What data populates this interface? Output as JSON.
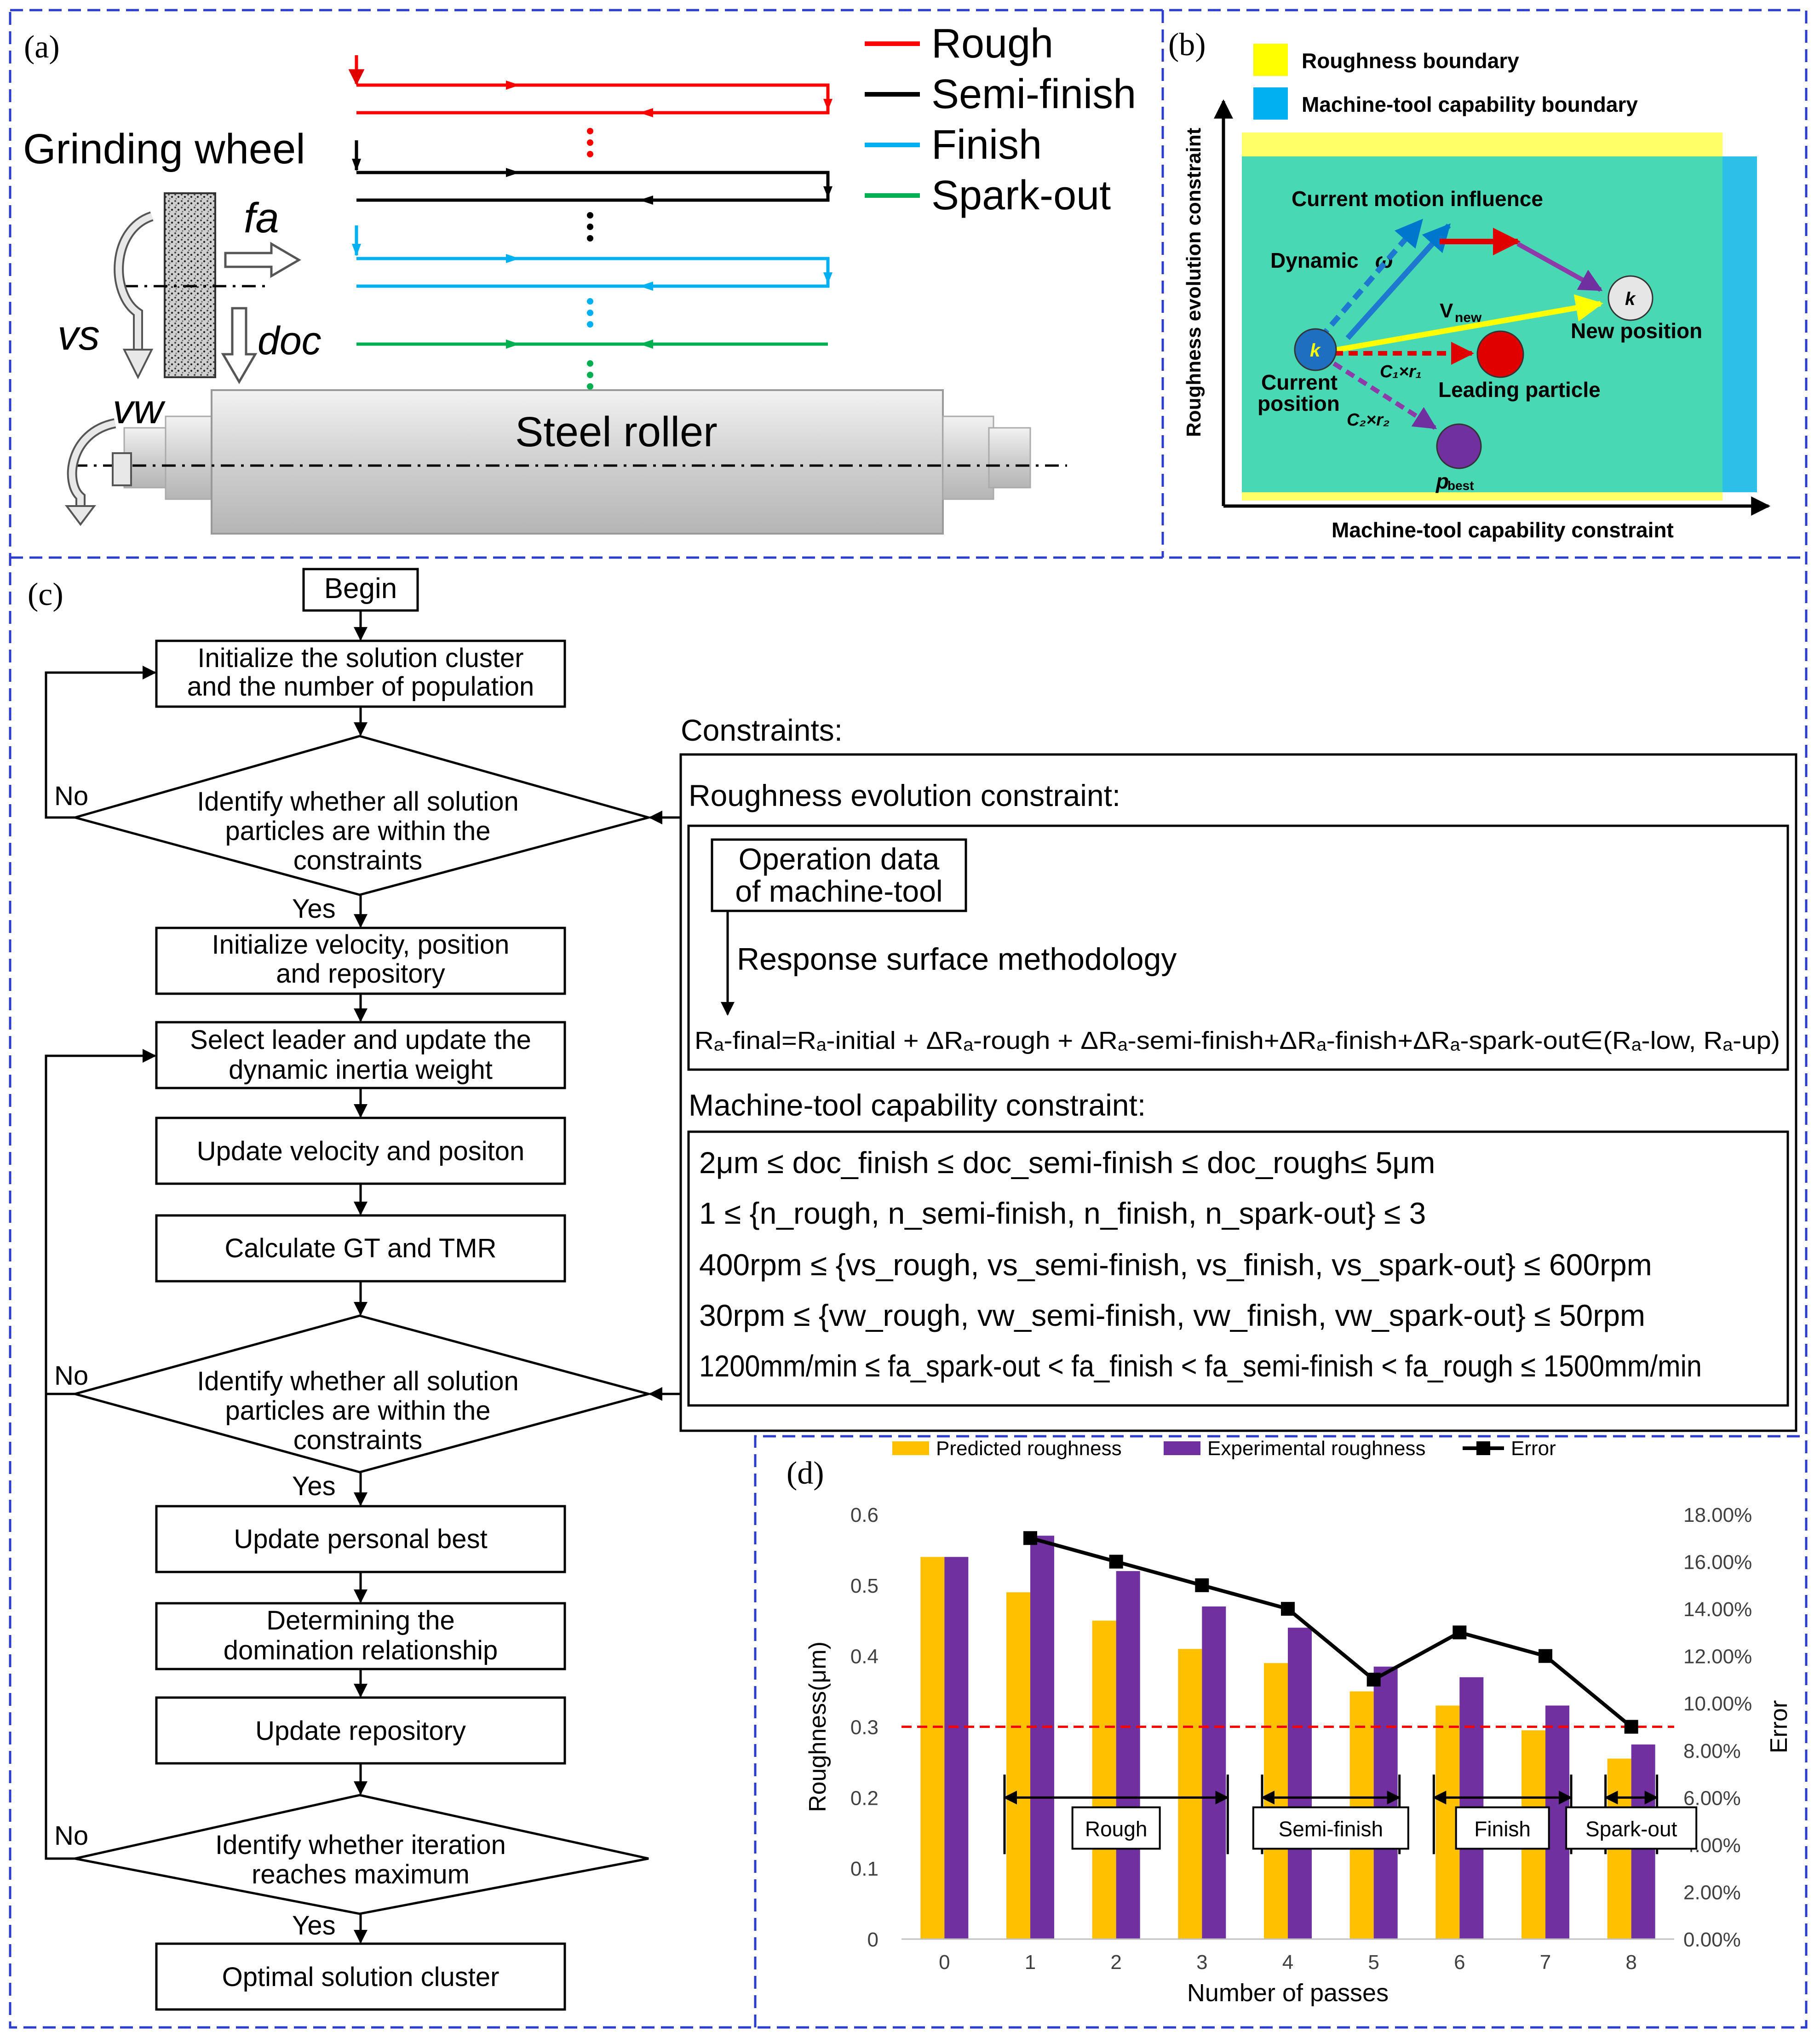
{
  "panels": {
    "a": {
      "label": "(a)",
      "wheel_label": "Grinding wheel",
      "fa": "fa",
      "vs": "vs",
      "doc": "doc",
      "vw": "vw",
      "roller_label": "Steel roller",
      "legend": [
        {
          "label": "Rough",
          "color": "#ff0000"
        },
        {
          "label": "Semi-finish",
          "color": "#000000"
        },
        {
          "label": "Finish",
          "color": "#00b0f0"
        },
        {
          "label": "Spark-out",
          "color": "#00b050"
        }
      ]
    },
    "b": {
      "label": "(b)",
      "legend": [
        {
          "label": "Roughness boundary",
          "color": "#ffff00"
        },
        {
          "label": "Machine-tool capability boundary",
          "color": "#00b0f0"
        }
      ],
      "y_axis": "Roughness evolution constraint",
      "x_axis": "Machine-tool capability constraint",
      "motion_label": "Current motion influence",
      "dynamic_label": "Dynamic",
      "omega": "ω",
      "k": "k",
      "vnew": "V",
      "vnew_sub": "new",
      "new_position": "New position",
      "current_position_1": "Current",
      "current_position_2": "position",
      "c1r1": "C₁×r₁",
      "c2r2": "C₂×r₂",
      "leading": "Leading particle",
      "pbest": "p",
      "pbest_sub": "best"
    },
    "c": {
      "label": "(c)",
      "begin": "Begin",
      "init_1": "Initialize the solution cluster",
      "init_2": "and the number of population",
      "identify_1": "Identify whether all solution",
      "identify_2": "particles are within the",
      "identify_3": "constraints",
      "init_vel_1": "Initialize velocity, position",
      "init_vel_2": "and repository",
      "select_1": "Select leader and update the",
      "select_2": "dynamic inertia weight",
      "update_vel": "Update velocity and positon",
      "calc": "Calculate GT and TMR",
      "personal": "Update personal best",
      "domination_1": "Determining the",
      "domination_2": "domination relationship",
      "repository": "Update repository",
      "iter_1": "Identify whether iteration",
      "iter_2": "reaches  maximum",
      "optimal": "Optimal solution cluster",
      "yes": "Yes",
      "no": "No",
      "constraints_title": "Constraints:",
      "roughness_title": "Roughness evolution constraint:",
      "op_data_1": "Operation data",
      "op_data_2": "of machine-tool",
      "rsm": "Response surface methodology",
      "ra_formula": "Rₐ-final=Rₐ-initial + ΔRₐ-rough + ΔRₐ-semi-finish+ΔRₐ-finish+ΔRₐ-spark-out∈(Rₐ-low, Rₐ-up)",
      "machine_title": "Machine-tool capability constraint:",
      "constraint_lines": [
        "2μm ≤ doc_finish ≤ doc_semi-finish ≤ doc_rough≤ 5μm",
        "1 ≤ {n_rough, n_semi-finish, n_finish, n_spark-out} ≤ 3",
        "400rpm ≤ {vs_rough, vs_semi-finish, vs_finish, vs_spark-out} ≤ 600rpm",
        "30rpm ≤ {vw_rough, vw_semi-finish, vw_finish, vw_spark-out} ≤ 50rpm",
        "1200mm/min ≤ fa_spark-out < fa_finish < fa_semi-finish < fa_rough ≤ 1500mm/min"
      ]
    },
    "d": {
      "label": "(d)"
    }
  },
  "chart_data": {
    "type": "bar",
    "categories": [
      "0",
      "1",
      "2",
      "3",
      "4",
      "5",
      "6",
      "7",
      "8"
    ],
    "series": [
      {
        "name": "Predicted roughness",
        "type": "bar",
        "axis": "left",
        "color": "#ffc000",
        "values": [
          0.54,
          0.49,
          0.45,
          0.41,
          0.39,
          0.35,
          0.33,
          0.295,
          0.255
        ]
      },
      {
        "name": "Experimental roughness",
        "type": "bar",
        "axis": "left",
        "color": "#7030a0",
        "values": [
          0.54,
          0.57,
          0.52,
          0.47,
          0.44,
          0.385,
          0.37,
          0.33,
          0.275
        ]
      },
      {
        "name": "Error",
        "type": "line",
        "axis": "right",
        "color": "#000000",
        "x": [
          "1",
          "2",
          "3",
          "4",
          "5",
          "6",
          "7",
          "8"
        ],
        "values": [
          0.17,
          0.16,
          0.15,
          0.14,
          0.11,
          0.13,
          0.12,
          0.09
        ]
      }
    ],
    "xlabel": "Number of passes",
    "ylabel": "Roughness(μm)",
    "y2label": "Error",
    "ylim": [
      0,
      0.6
    ],
    "y2lim": [
      0,
      0.18
    ],
    "yticks": [
      "0",
      "0.1",
      "0.2",
      "0.3",
      "0.4",
      "0.5",
      "0.6"
    ],
    "y2ticks": [
      "0.00%",
      "2.00%",
      "4.00%",
      "6.00%",
      "8.00%",
      "10.00%",
      "12.00%",
      "14.00%",
      "16.00%",
      "18.00%"
    ],
    "reference_line": {
      "value": 0.3,
      "color": "#ff0000"
    },
    "stages": [
      {
        "label": "Rough",
        "from": 0.7,
        "to": 3.3
      },
      {
        "label": "Semi-finish",
        "from": 3.7,
        "to": 5.3
      },
      {
        "label": "Finish",
        "from": 5.7,
        "to": 7.3
      },
      {
        "label": "Spark-out",
        "from": 7.7,
        "to": 8.3
      }
    ],
    "legend_position": "top"
  }
}
